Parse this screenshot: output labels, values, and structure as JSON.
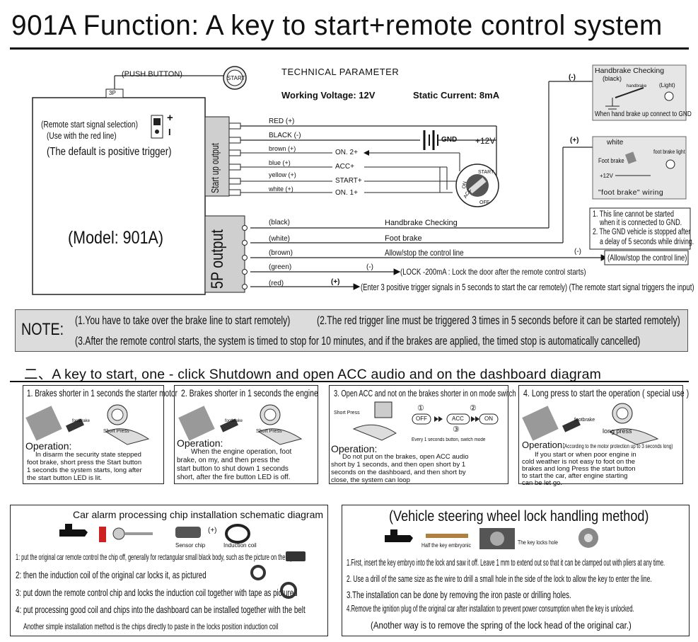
{
  "title": "901A Function:  A key  to  start+remote control system",
  "params": {
    "heading": "TECHNICAL PARAMETER",
    "voltage": "Working Voltage: 12V",
    "current": "Static Current: 8mA"
  },
  "module": {
    "push_button": "(PUSH BUTTON)",
    "start_label": "START",
    "connector": "3P",
    "selection_line1": "(Remote start signal selection)",
    "selection_line2": "(Use with the red line)",
    "default_trigger": "(The default is positive trigger)",
    "model": "(Model: 901A)",
    "startup_output": "Start up output",
    "p5_output": "5P output"
  },
  "startup_wires": [
    {
      "label": "RED (+)"
    },
    {
      "label": "BLACK (-)"
    },
    {
      "label": "brown (+)",
      "dest": "ON. 2+"
    },
    {
      "label": "blue (+)",
      "dest": "ACC+"
    },
    {
      "label": "yellow (+)",
      "dest": "START+"
    },
    {
      "label": "white (+)",
      "dest": "ON. 1+"
    }
  ],
  "power": {
    "gnd": "GND",
    "v12": "+12V"
  },
  "ignition": {
    "start": "START",
    "acc": "ACC",
    "on": "ON",
    "off": "OFF"
  },
  "p5_wires": [
    {
      "label": "(black)",
      "desc": "Handbrake Checking"
    },
    {
      "label": "(white)",
      "desc": "Foot brake"
    },
    {
      "label": "(brown)",
      "desc": "Allow/stop the control line",
      "sign": "(-)",
      "right": "(Allow/stop the control line)"
    },
    {
      "label": "(green)",
      "sign": "(-)",
      "desc": "(LOCK -200mA  : Lock the door after the remote control starts)"
    },
    {
      "label": "(red)",
      "sign": "(+)",
      "desc": "(Enter 3 positive trigger signals in 5 seconds to start the car remotely)  (The remote start signal triggers the input)"
    }
  ],
  "handbrake_box": {
    "sign": "(-)",
    "title": "Handbrake Checking",
    "sub": "(black)",
    "handbrake": "handbrake",
    "light": "(Light)",
    "caption": "When hand brake up connect to GND"
  },
  "footbrake_box": {
    "sign": "(+)",
    "wire": "white",
    "footbrake": "Foot brake",
    "light": "foot brake light",
    "v12": "+12V",
    "caption": "\"foot brake\" wiring"
  },
  "notes_right": [
    "1. This line cannot be started",
    "when it is connected to GND.",
    "2. The GND vehicle is stopped after",
    "a delay of 5 seconds while driving."
  ],
  "note": {
    "label": "NOTE:",
    "line1a": "(1.You have to take over the brake line to start remotely)",
    "line1b": "(2.The red trigger line must be triggered 3 times in 5 seconds before it can be started remotely)",
    "line2": "(3.After the remote control starts, the system is timed to stop for 10 minutes, and if the brakes are applied, the timed stop is automatically cancelled)"
  },
  "section2_title": "二、A  key to start, one - click Shutdown and open ACC audio and on the dashboard diagram",
  "panels": [
    {
      "title": "1. Brakes shorter in 1 seconds the starter motor",
      "op": "Operation:",
      "text": [
        "In  disarm the security state stepped",
        "foot brake, short press the Start button",
        "1 seconds the system starts, long after",
        "the start button LED is lit."
      ],
      "foot": "footbrake",
      "press": "Short Press"
    },
    {
      "title": "2. Brakes shorter in 1 seconds the engine",
      "op": "Operation:",
      "text": [
        "When the engine operation, foot",
        "brake, on my, and then press the",
        "start button to shut down 1 seconds",
        "short, after the fire button LED is off."
      ],
      "foot": "footbrake",
      "press": "Short Press"
    },
    {
      "title": "3. Open ACC and not on the brakes shorter in on mode switch",
      "op": "Operation:",
      "text": [
        "Do not put on the brakes, open ACC audio",
        "short by 1 seconds, and then open short by 1",
        "seconds on the dashboard, and then short by",
        "close, the system can loop"
      ],
      "press": "Short Press",
      "modes": [
        "OFF",
        "ACC",
        "ON"
      ],
      "nums": [
        "①",
        "②",
        "③"
      ],
      "mode_caption": "Every 1 seconds button, switch mode"
    },
    {
      "title": "4. Long press to start the operation ( special use )",
      "op": "Operation:",
      "op_note": "(According to the motor protection up to 3 seconds long)",
      "text": [
        "If you start or when poor engine in",
        "cold weather is not easy to foot on the",
        "brakes and long Press the start button",
        "to start the car, after engine starting",
        "can be let go."
      ],
      "foot": "footbrake",
      "press": "long press"
    }
  ],
  "chip_box": {
    "title": "Car alarm processing chip installation schematic diagram",
    "sensor": "Sensor chip",
    "plus": "(+)",
    "coil": "Induction coil",
    "steps": [
      "1: put the original car remote control the chip off, generally for rectangular small black body, such as the picture on the right",
      "2: then the induction coil of the original car locks it, as pictured",
      "3: put down the remote control chip and locks the induction coil together with tape as pictured",
      "4: put processing good coil and chips into the dashboard can be installed together with the belt"
    ],
    "footer": "Another simple installation method is the chips directly to paste in the locks position induction coil"
  },
  "lock_box": {
    "title": "(Vehicle steering wheel lock handling method)",
    "half_key": "Half the key embryonic",
    "lock_hole": "The key locks hole",
    "steps": [
      "1.First, insert the key embryo into the lock and saw it off. Leave 1 mm to extend out so that it can be clamped out with pliers at any time.",
      "2. Use a drill of the same size as the wire to drill a small hole in the side of the lock to allow the key to enter the line.",
      "3.The installation can be done by removing the iron paste or drilling holes.",
      "4.Remove the ignition plug of the original car after installation to prevent power consumption when the key is unlocked."
    ],
    "footer": "(Another way is to remove the spring of the lock head of the original car.)"
  }
}
